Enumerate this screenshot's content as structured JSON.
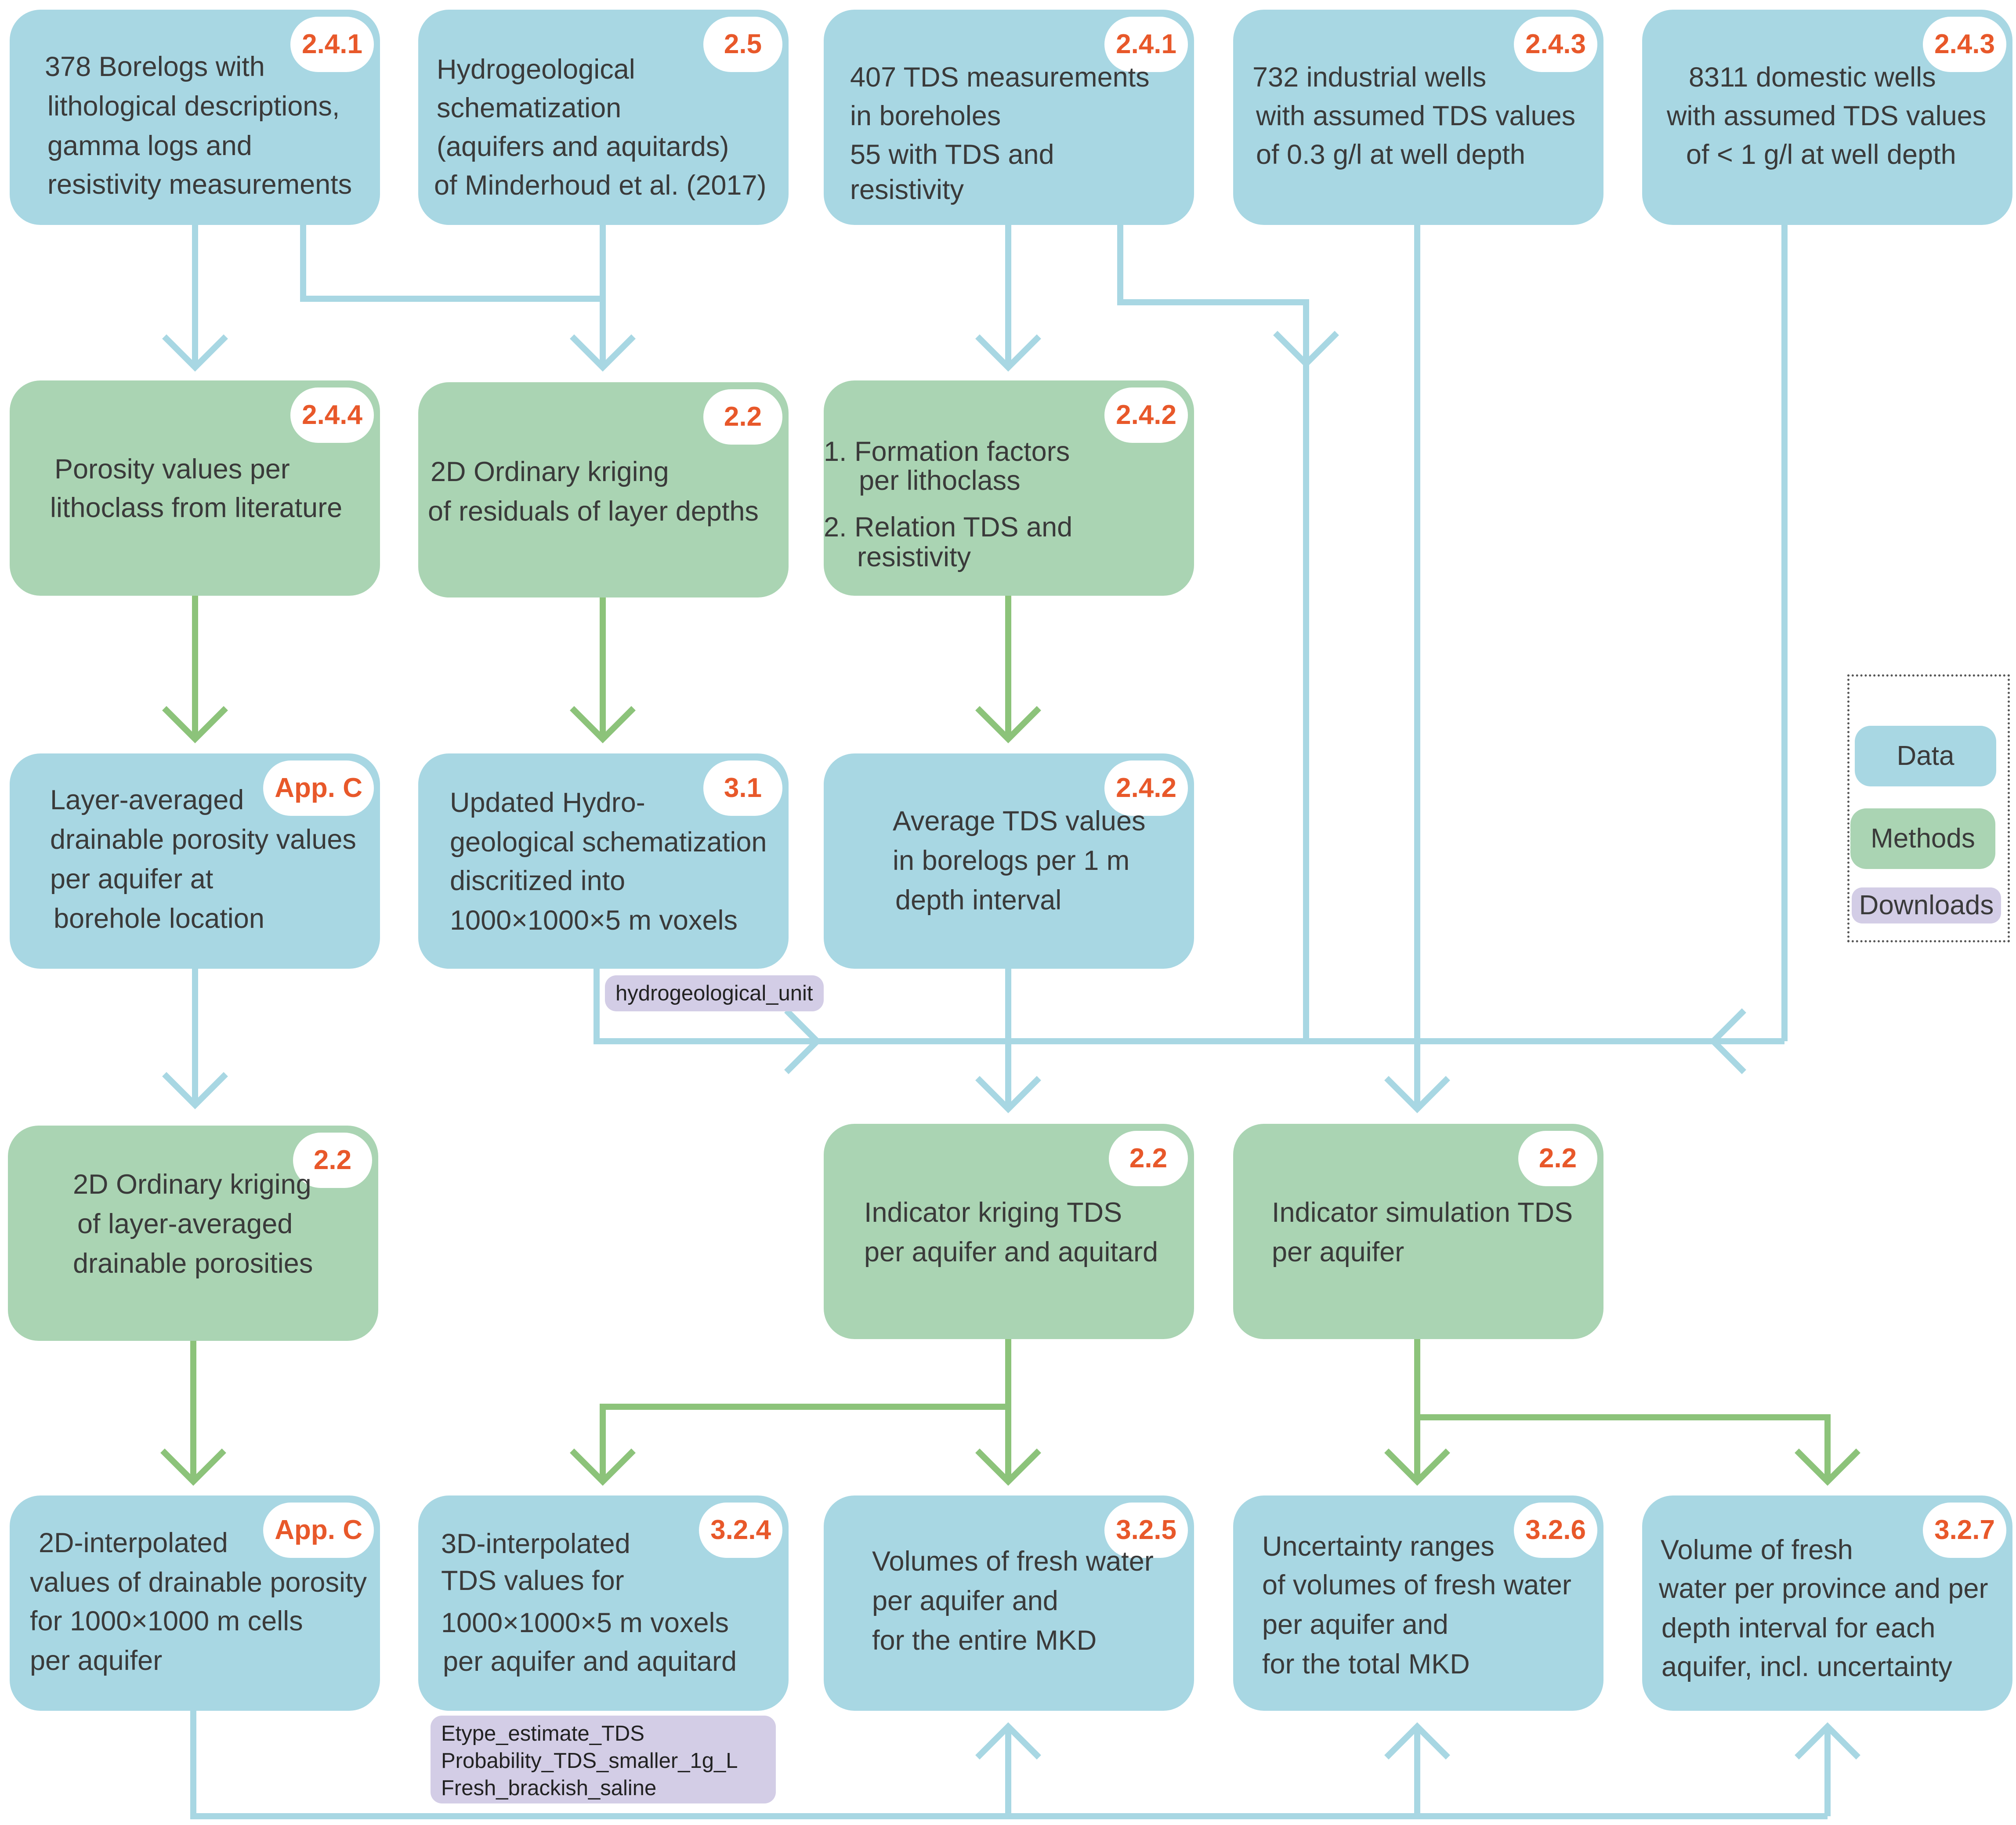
{
  "colors": {
    "data_box": "#a8d7e3",
    "method_box": "#aad4b3",
    "download_box": "#d3cde6",
    "badge_text": "#e8582a",
    "data_arrow": "#a8d7e3",
    "method_arrow": "#8cc37a"
  },
  "boxes": {
    "borelogs": {
      "ref": "2.4.1",
      "lines": [
        "378 Borelogs with",
        "lithological descriptions,",
        "gamma logs and",
        "resistivity measurements"
      ]
    },
    "schematization": {
      "ref": "2.5",
      "lines": [
        "Hydrogeological",
        "schematization",
        "(aquifers and aquitards)",
        "of Minderhoud et al. (2017)"
      ]
    },
    "tds_measurements": {
      "ref": "2.4.1",
      "lines": [
        "407 TDS measurements",
        "in boreholes",
        "55 with TDS and",
        "resistivity"
      ]
    },
    "industrial_wells": {
      "ref": "2.4.3",
      "lines": [
        "732 industrial wells",
        "with assumed TDS values",
        "of 0.3 g/l at well depth"
      ]
    },
    "domestic_wells": {
      "ref": "2.4.3",
      "lines": [
        "8311 domestic wells",
        "with assumed TDS values",
        "of < 1 g/l at well depth"
      ]
    },
    "porosity_literature": {
      "ref": "2.4.4",
      "lines": [
        "Porosity values per",
        "lithoclass from literature"
      ]
    },
    "kriging_residuals": {
      "ref": "2.2",
      "lines": [
        "2D Ordinary kriging",
        "of residuals of layer depths"
      ]
    },
    "formation_factors": {
      "ref": "2.4.2",
      "lines": [
        "1. Formation factors",
        "per lithoclass",
        "2. Relation TDS and",
        "resistivity"
      ]
    },
    "layer_averaged": {
      "ref": "App. C",
      "lines": [
        "Layer-averaged",
        "drainable porosity values",
        "per aquifer at",
        "borehole location"
      ]
    },
    "updated_schematization": {
      "ref": "3.1",
      "lines": [
        "Updated Hydro-",
        "geological schematization",
        "discritized into",
        "1000×1000×5 m voxels"
      ]
    },
    "average_tds": {
      "ref": "2.4.2",
      "lines": [
        "Average TDS values",
        "in borelogs per 1 m",
        "depth interval"
      ]
    },
    "kriging_porosities": {
      "ref": "2.2",
      "lines": [
        "2D Ordinary kriging",
        "of layer-averaged",
        "drainable porosities"
      ]
    },
    "indicator_kriging": {
      "ref": "2.2",
      "lines": [
        "Indicator kriging TDS",
        "per aquifer and aquitard"
      ]
    },
    "indicator_simulation": {
      "ref": "2.2",
      "lines": [
        "Indicator simulation TDS",
        "per aquifer"
      ]
    },
    "interp_2d": {
      "ref": "App. C",
      "lines": [
        "2D-interpolated",
        "values of drainable porosity",
        "for 1000×1000 m cells",
        "per aquifer"
      ]
    },
    "interp_3d": {
      "ref": "3.2.4",
      "lines": [
        "3D-interpolated",
        "TDS values for",
        "1000×1000×5 m voxels",
        "per aquifer and aquitard"
      ]
    },
    "volumes_fresh": {
      "ref": "3.2.5",
      "lines": [
        "Volumes of fresh water",
        "per aquifer and",
        "for the entire MKD"
      ]
    },
    "uncertainty_ranges": {
      "ref": "3.2.6",
      "lines": [
        "Uncertainty ranges",
        "of volumes of fresh water",
        "per aquifer and",
        "for the total MKD"
      ]
    },
    "volume_province": {
      "ref": "3.2.7",
      "lines": [
        "Volume of fresh",
        "water per province and per",
        "depth interval for each",
        "aquifer, incl. uncertainty"
      ]
    }
  },
  "downloads": {
    "hydrogeological": [
      "hydrogeological_unit"
    ],
    "tds": [
      "Etype_estimate_TDS",
      "Probability_TDS_smaller_1g_L",
      "Fresh_brackish_saline"
    ]
  },
  "legend": {
    "data": "Data",
    "methods": "Methods",
    "downloads": "Downloads"
  }
}
